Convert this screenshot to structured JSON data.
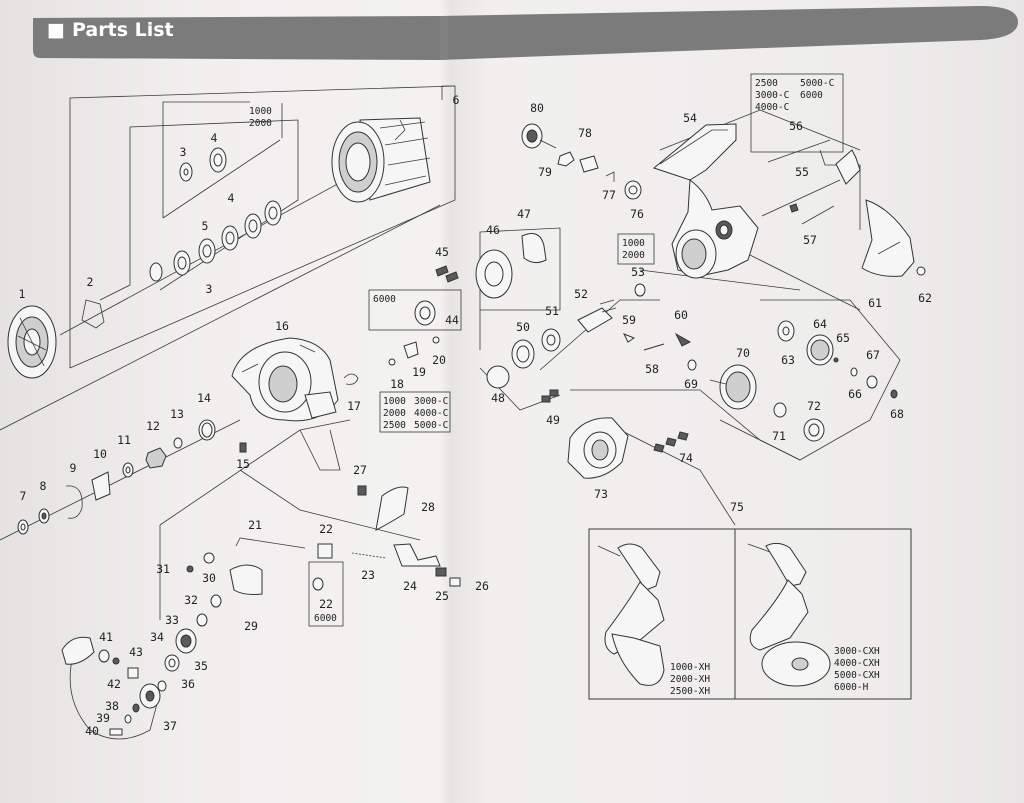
{
  "header": {
    "title": "Parts List",
    "square_glyph": "■"
  },
  "colors": {
    "banner": "#7b7b7b",
    "paper": "#efeeed",
    "ink": "#222222"
  },
  "variant_notes": {
    "n6": [
      "1000",
      "2000"
    ],
    "n56": [
      "2500",
      "5000-C",
      "3000-C",
      "6000",
      "4000-C"
    ],
    "n53": [
      "1000",
      "2000"
    ],
    "n44": [
      "6000"
    ],
    "n18": [
      "1000",
      "3000-C",
      "2000",
      "4000-C",
      "2500",
      "5000-C"
    ],
    "n22": [
      "6000"
    ],
    "n75_left": [
      "1000-XH",
      "2000-XH",
      "2500-XH"
    ],
    "n75_right": [
      "3000-CXH",
      "4000-CXH",
      "5000-CXH",
      "6000-H"
    ]
  },
  "parts": [
    "1",
    "2",
    "3",
    "4",
    "5",
    "6",
    "7",
    "8",
    "9",
    "10",
    "11",
    "12",
    "13",
    "14",
    "15",
    "16",
    "17",
    "18",
    "19",
    "20",
    "21",
    "22",
    "23",
    "24",
    "25",
    "26",
    "27",
    "28",
    "29",
    "30",
    "31",
    "32",
    "33",
    "34",
    "35",
    "36",
    "37",
    "38",
    "39",
    "40",
    "41",
    "42",
    "43",
    "44",
    "45",
    "46",
    "47",
    "48",
    "49",
    "50",
    "51",
    "52",
    "53",
    "54",
    "55",
    "56",
    "57",
    "58",
    "59",
    "60",
    "61",
    "62",
    "63",
    "64",
    "65",
    "66",
    "67",
    "68",
    "69",
    "70",
    "71",
    "72",
    "73",
    "74",
    "75",
    "76",
    "77",
    "78",
    "79",
    "80"
  ]
}
